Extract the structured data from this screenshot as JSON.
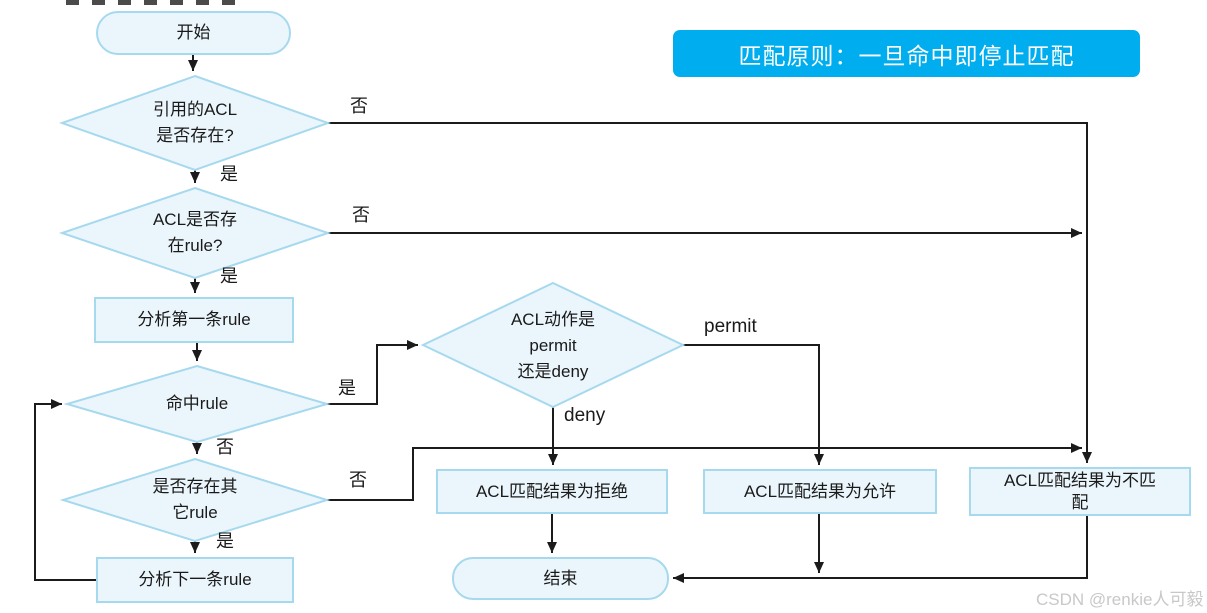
{
  "banner": {
    "text": "匹配原则：一旦命中即停止匹配"
  },
  "watermark": {
    "text": "CSDN @renkie人可毅"
  },
  "nodes": {
    "start": {
      "label": "开始"
    },
    "acl_exists": {
      "lines": [
        "引用的ACL",
        "是否存在?"
      ]
    },
    "has_rule": {
      "lines": [
        "ACL是否存",
        "在rule?"
      ]
    },
    "analyze_first": {
      "label": "分析第一条rule"
    },
    "hit_rule": {
      "label": "命中rule"
    },
    "other_rule": {
      "lines": [
        "是否存在其",
        "它rule"
      ]
    },
    "analyze_next": {
      "label": "分析下一条rule"
    },
    "action": {
      "lines": [
        "ACL动作是",
        "permit",
        "还是deny"
      ]
    },
    "result_deny": {
      "label": "ACL匹配结果为拒绝"
    },
    "result_permit": {
      "label": "ACL匹配结果为允许"
    },
    "result_nomatch": {
      "lines": [
        "ACL匹配结果为不匹",
        "配"
      ]
    },
    "end": {
      "label": "结束"
    }
  },
  "edge_labels": {
    "yes": "是",
    "no": "否",
    "permit": "permit",
    "deny": "deny"
  },
  "colors": {
    "node_fill": "#EBF6FC",
    "node_border": "#A6D9EE",
    "banner_bg": "#00AEEF",
    "line": "#1B1B1B",
    "watermark": "#C8C8C8"
  }
}
